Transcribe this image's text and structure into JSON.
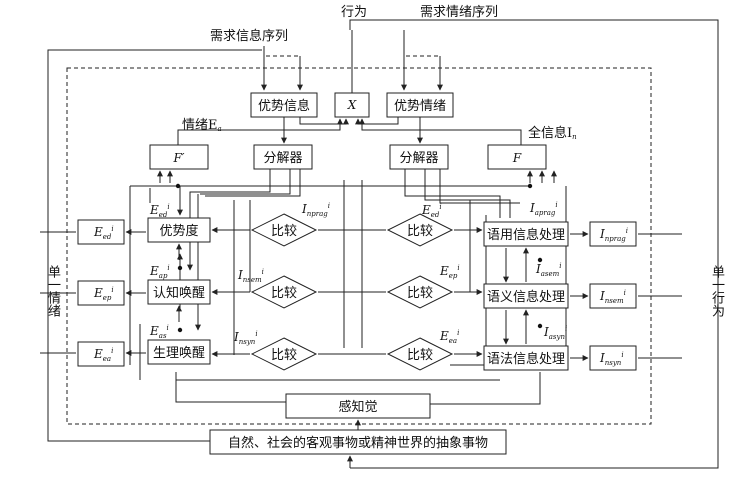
{
  "labels": {
    "behavior_top": "行为",
    "demand_emotion_seq": "需求情绪序列",
    "demand_info_seq": "需求信息序列",
    "dominant_info": "优势信息",
    "x_box": "X",
    "dominant_emotion": "优势情绪",
    "emotion_ea": "情绪E",
    "emotion_ea_sub": "a",
    "full_info_in": "全信息I",
    "full_info_in_sub": "n",
    "f_prime": "F′",
    "f_box": "F",
    "decomposer": "分解器",
    "dominance": "优势度",
    "cognitive_arousal": "认知唤醒",
    "physio_arousal": "生理唤醒",
    "compare": "比较",
    "pragmatic": "语用信息处理",
    "semantic": "语义信息处理",
    "syntactic": "语法信息处理",
    "perception": "感知觉",
    "world": "自然、社会的客观事物或精神世界的抽象事物",
    "single_emotion": "单一情绪",
    "single_behavior": "单一行为"
  },
  "symbols": {
    "e_ed_left": {
      "base": "E",
      "sub": "ed",
      "sup": "i"
    },
    "e_ep_left": {
      "base": "E",
      "sub": "ep",
      "sup": "i"
    },
    "e_ea_left": {
      "base": "E",
      "sub": "ea",
      "sup": "i"
    },
    "e_ed_top": {
      "base": "E",
      "sub": "ed",
      "sup": "i"
    },
    "e_ap": {
      "base": "E",
      "sub": "ap",
      "sup": "i"
    },
    "e_as": {
      "base": "E",
      "sub": "as",
      "sup": "i"
    },
    "i_nprag": {
      "base": "I",
      "sub": "nprag",
      "sup": "i"
    },
    "i_nsem": {
      "base": "I",
      "sub": "nsem",
      "sup": "i"
    },
    "i_nsyn": {
      "base": "I",
      "sub": "nsyn",
      "sup": "i"
    },
    "e_ed_mid": {
      "base": "E",
      "sub": "ed",
      "sup": "i"
    },
    "e_ep_mid": {
      "base": "E",
      "sub": "ep",
      "sup": "i"
    },
    "e_ea_mid": {
      "base": "E",
      "sub": "ea",
      "sup": "i"
    },
    "i_aprag": {
      "base": "I",
      "sub": "aprag",
      "sup": "i"
    },
    "i_asem": {
      "base": "I",
      "sub": "asem",
      "sup": "i"
    },
    "i_asyn": {
      "base": "I",
      "sub": "asyn",
      "sup": "i"
    },
    "i_nprag_r": {
      "base": "I",
      "sub": "nprag",
      "sup": "i"
    },
    "i_nsem_r": {
      "base": "I",
      "sub": "nsem",
      "sup": "i"
    },
    "i_nsyn_r": {
      "base": "I",
      "sub": "nsyn",
      "sup": "i"
    }
  }
}
